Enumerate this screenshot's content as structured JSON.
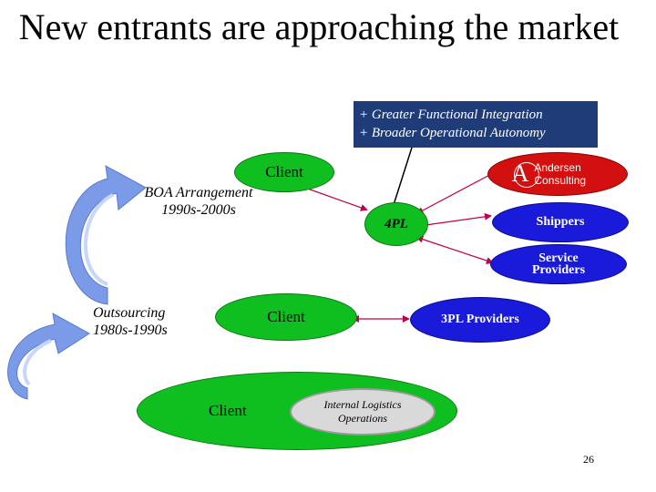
{
  "slide": {
    "title": "New entrants are approaching the market",
    "callout": {
      "line1": "+ Greater  Functional Integration",
      "line2": "+ Broader Operational Autonomy"
    },
    "boa_label": "BOA Arrangement 1990s-2000s",
    "outsourcing_label": "Outsourcing 1980s-1990s",
    "nodes": {
      "client_top": "Client",
      "fourpl": "4PL",
      "andersen": "Andersen Consulting",
      "shippers": "Shippers",
      "service_providers": "Service Providers",
      "client_mid": "Client",
      "threepl": "3PL Providers",
      "client_bottom": "Client",
      "internal_logistics": "Internal Logistics Operations"
    },
    "page_number": "26",
    "colors": {
      "green": "#0fbf1f",
      "blue": "#1a1adb",
      "red": "#d21010",
      "callout_bg": "#1f3b78",
      "arrow": "#c0004a"
    }
  }
}
